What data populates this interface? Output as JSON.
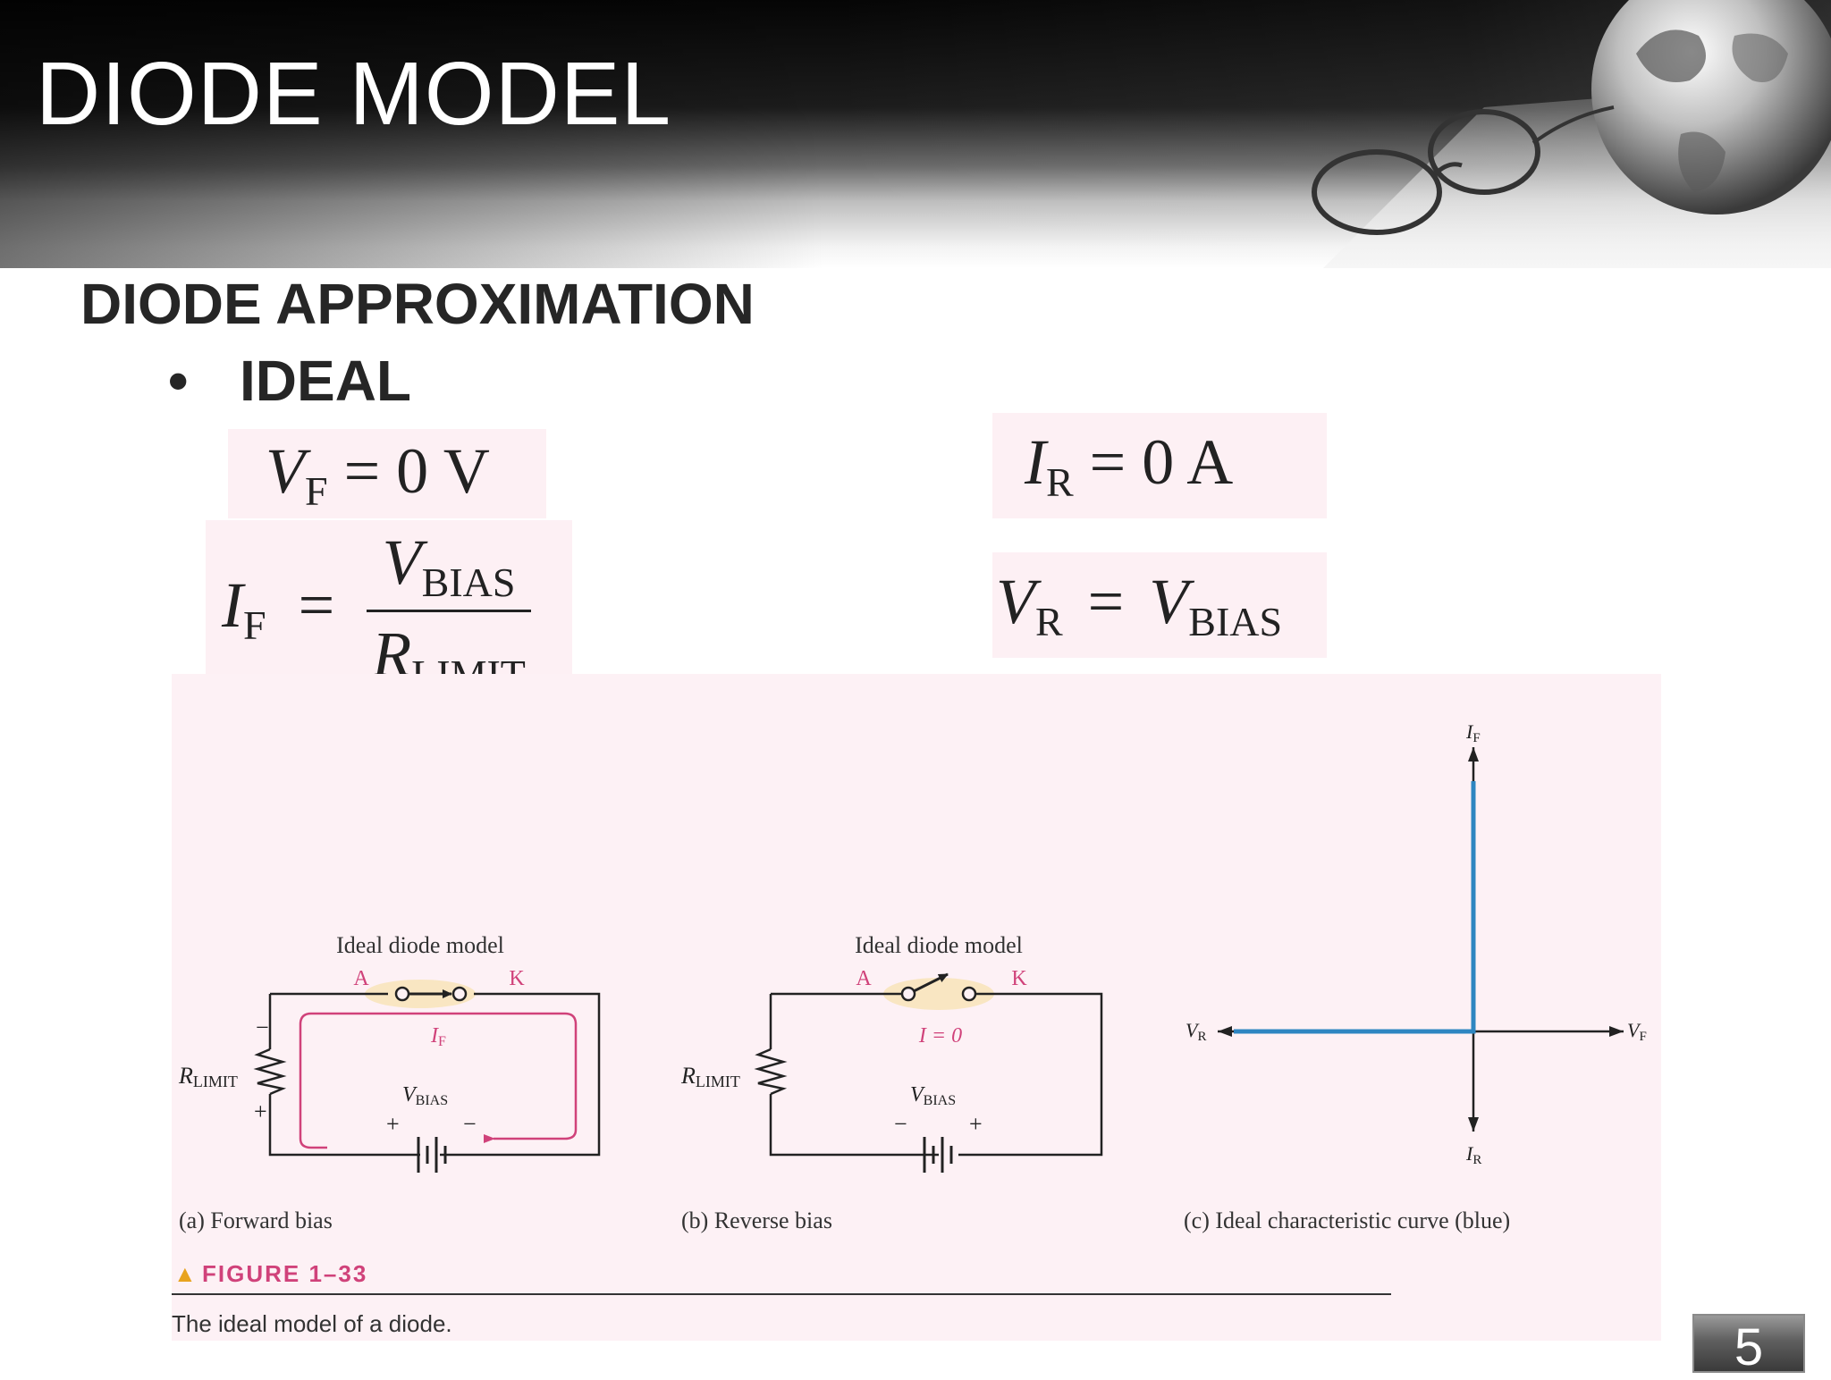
{
  "slide": {
    "title": "DIODE MODEL",
    "subtitle": "DIODE APPROXIMATION",
    "bullet_symbol": "•",
    "bullet": "IDEAL",
    "page_number": "5"
  },
  "equations": {
    "vf": {
      "lhs": "V",
      "lhs_sub": "F",
      "rhs": "= 0 V"
    },
    "if": {
      "lhs": "I",
      "lhs_sub": "F",
      "eq": "=",
      "num": "V",
      "num_sub": "BIAS",
      "den": "R",
      "den_sub": "LIMIT"
    },
    "ir": {
      "lhs": "I",
      "lhs_sub": "R",
      "rhs": "= 0 A"
    },
    "vr": {
      "lhs": "V",
      "lhs_sub": "R",
      "eq": "=",
      "rhs": "V",
      "rhs_sub": "BIAS"
    }
  },
  "figure": {
    "a": {
      "model_label": "Ideal diode model",
      "anode": "A",
      "cathode": "K",
      "current": "I",
      "current_sub": "F",
      "resistor": "R",
      "resistor_sub": "LIMIT",
      "minus": "−",
      "plus": "+",
      "vbias": "V",
      "vbias_sub": "BIAS",
      "batt_plus": "+",
      "batt_minus": "−",
      "caption": "(a) Forward bias"
    },
    "b": {
      "model_label": "Ideal diode model",
      "anode": "A",
      "cathode": "K",
      "current": "I = 0",
      "resistor": "R",
      "resistor_sub": "LIMIT",
      "vbias": "V",
      "vbias_sub": "BIAS",
      "batt_minus": "−",
      "batt_plus": "+",
      "caption": "(b) Reverse bias"
    },
    "c": {
      "if_label": "I",
      "if_sub": "F",
      "ir_label": "I",
      "ir_sub": "R",
      "vr_label": "V",
      "vr_sub": "R",
      "vf_label": "V",
      "vf_sub": "F",
      "caption": "(c) Ideal characteristic curve (blue)"
    },
    "figure_label": "FIGURE 1–33",
    "figure_marker": "▲",
    "figure_caption": "The ideal model of a diode."
  },
  "colors": {
    "accent_pink": "#d0427a",
    "curve_blue": "#2e86c1",
    "figure_bg": "#fdf1f5",
    "text_dark": "#262626"
  },
  "icons": {
    "header_decoration": "globe-and-glasses-icon"
  }
}
